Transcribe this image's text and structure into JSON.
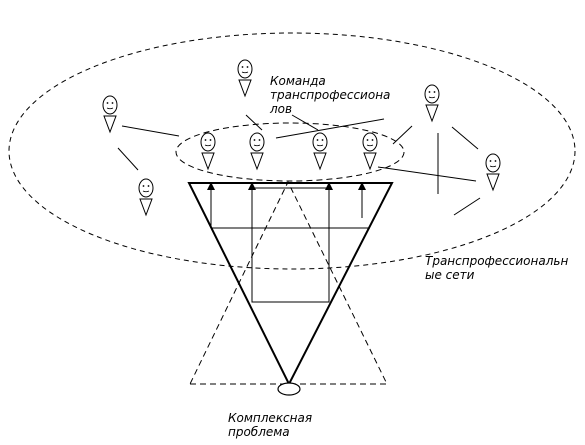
{
  "labels": {
    "team": [
      "Команда",
      "транспрофессиона",
      "лов"
    ],
    "network": [
      "Транспрофессиональн",
      "ые сети"
    ],
    "problem": [
      "Комплексная",
      "проблема"
    ]
  },
  "colors": {
    "stroke": "#000000",
    "background": "#ffffff"
  }
}
